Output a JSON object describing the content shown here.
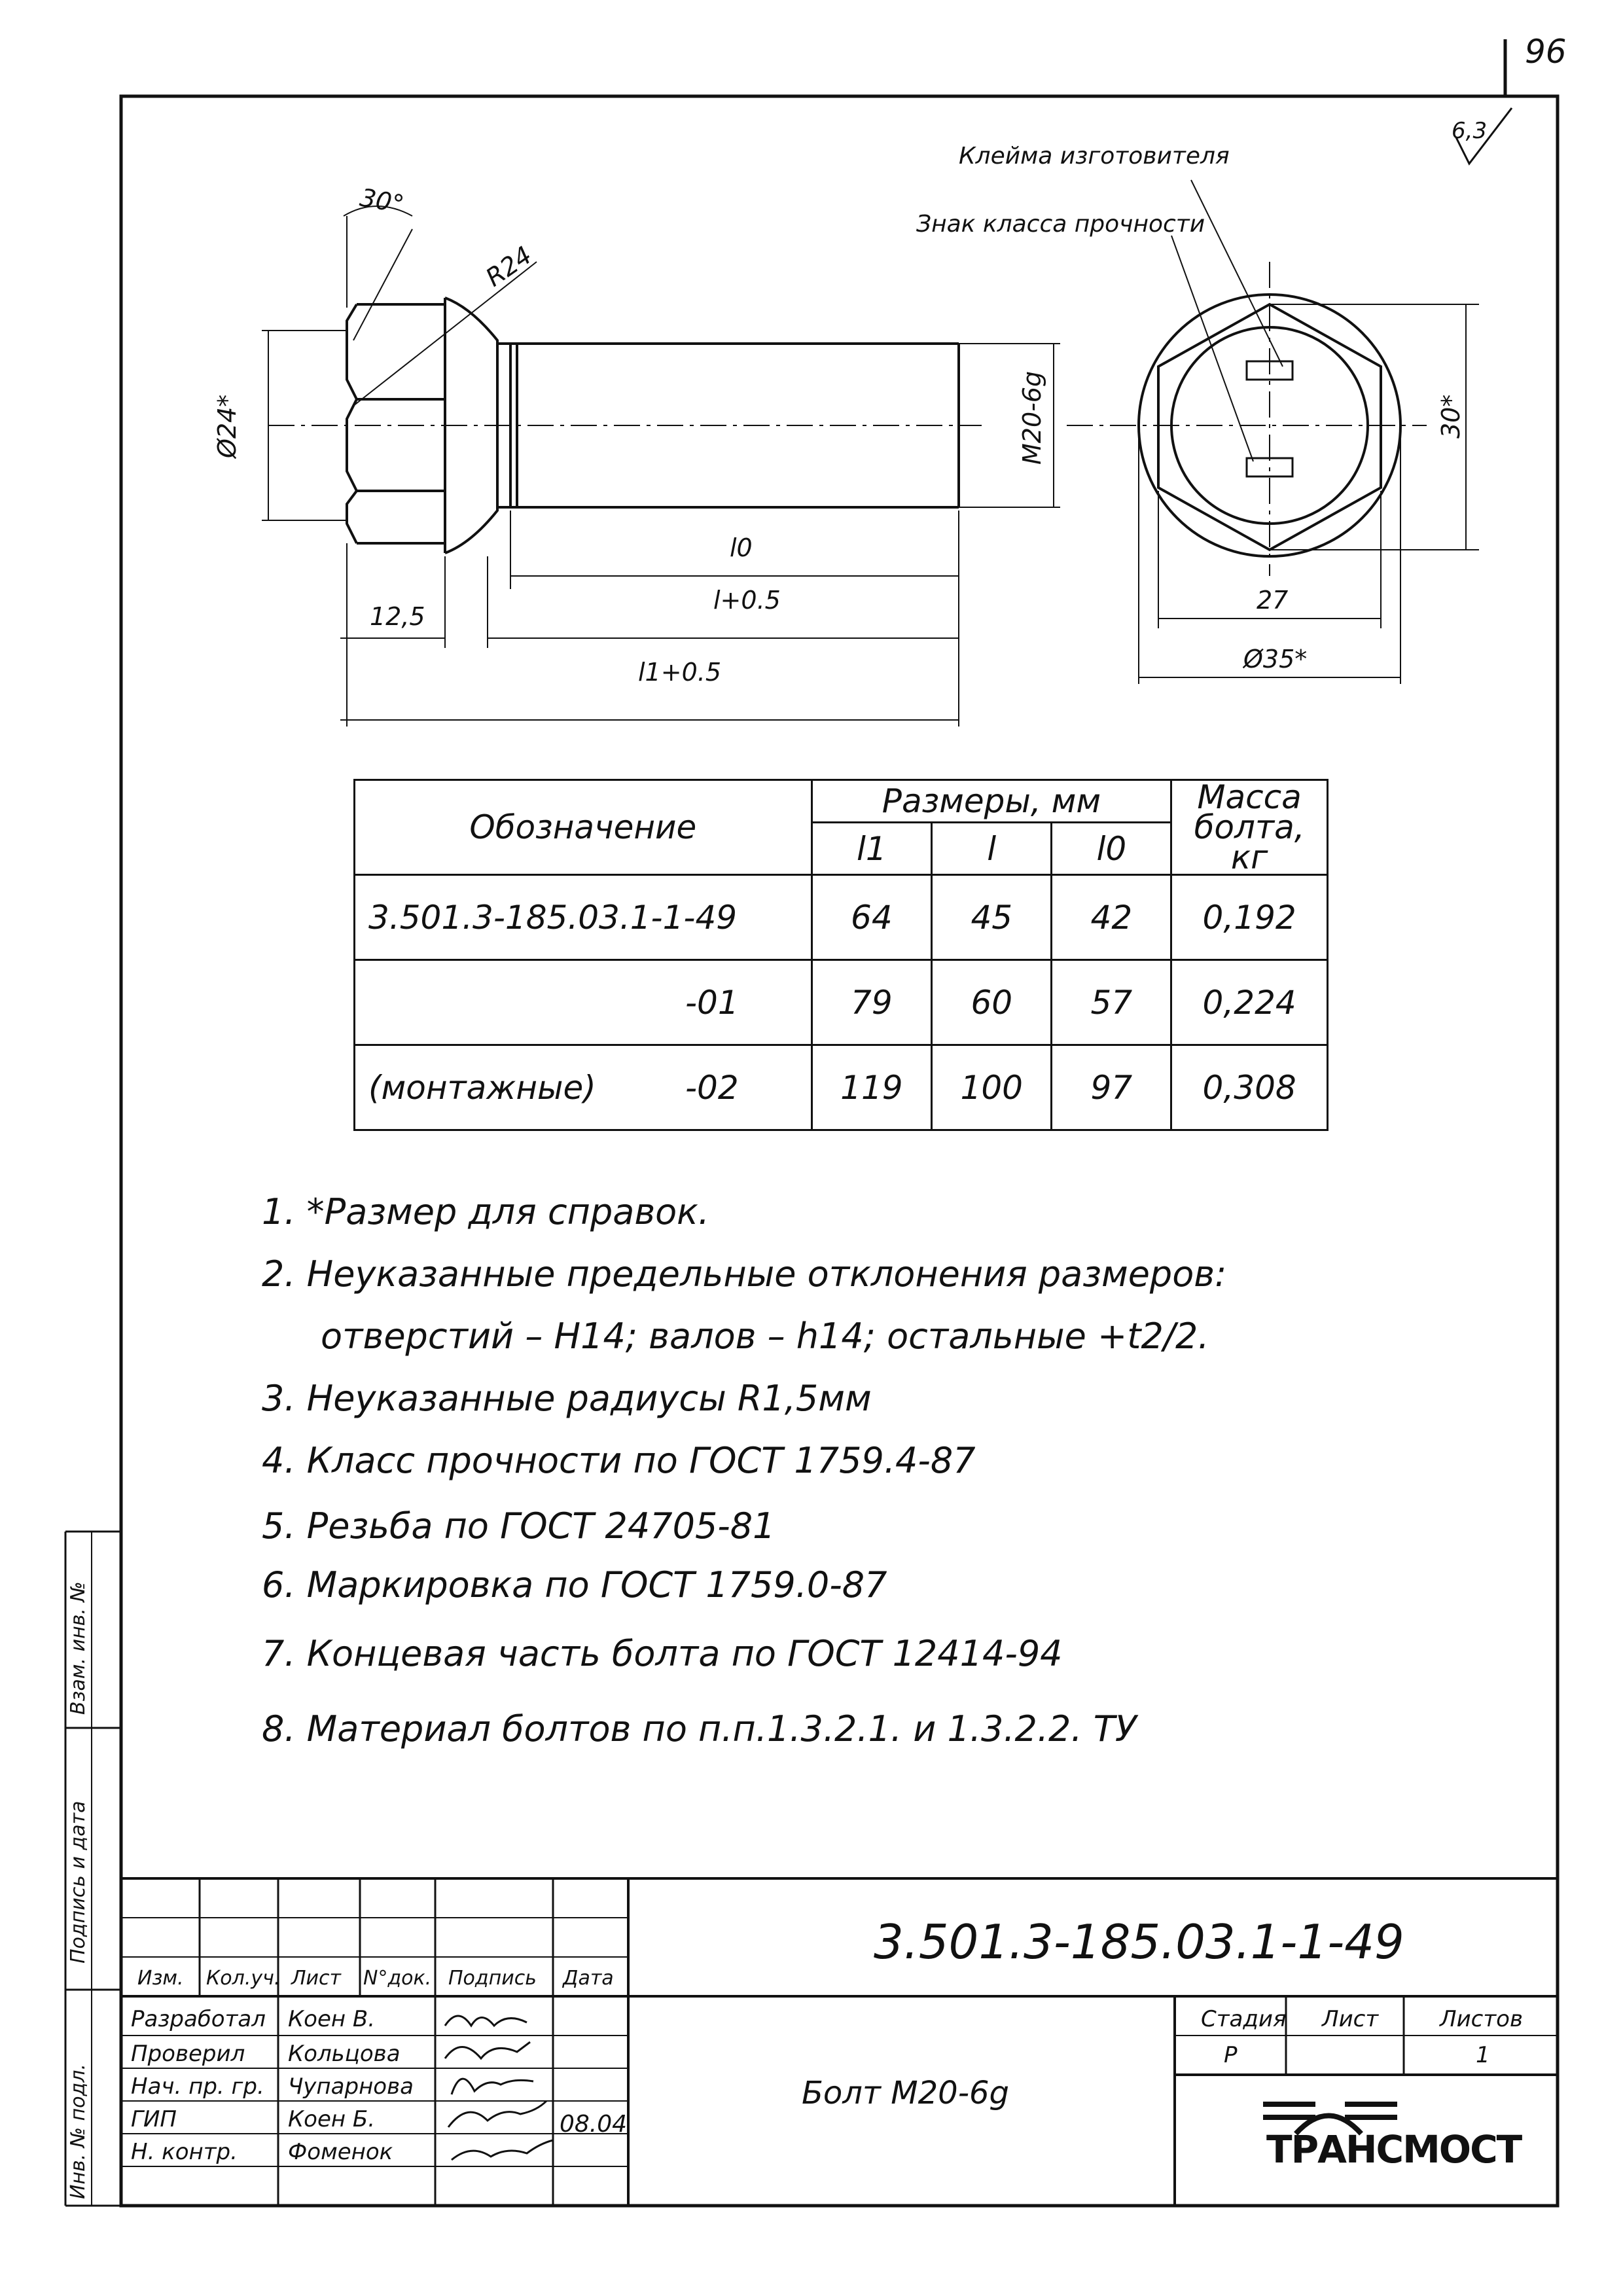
{
  "page_number": "96",
  "roughness": "6,3",
  "drawing_labels": {
    "angle": "30°",
    "radius": "R24",
    "head_diameter": "Ø24*",
    "thread": "M20-6g",
    "dim_12_5": "12,5",
    "l0": "l0",
    "l_tol": "l+0.5",
    "l1_tol": "l1+0.5",
    "height_30": "30*",
    "width_27": "27",
    "diameter_35": "Ø35*",
    "maker_mark": "Клейма изготовителя",
    "strength_mark": "Знак класса прочности"
  },
  "table": {
    "header_designation": "Обозначение",
    "header_sizes": "Размеры, мм",
    "header_mass": "Масса болта, кг",
    "col_l1": "l1",
    "col_l": "l",
    "col_l0": "l0",
    "rows": [
      {
        "prefix": "",
        "designation": "3.501.3-185.03.1-1-49",
        "l1": "64",
        "l": "45",
        "l0": "42",
        "mass": "0,192"
      },
      {
        "prefix": "",
        "designation": "-01",
        "l1": "79",
        "l": "60",
        "l0": "57",
        "mass": "0,224"
      },
      {
        "prefix": "(монтажные)",
        "designation": "-02",
        "l1": "119",
        "l": "100",
        "l0": "97",
        "mass": "0,308"
      }
    ]
  },
  "notes": [
    "1. *Размер для справок.",
    "2. Неуказанные предельные отклонения размеров:",
    "отверстий – Н14; валов – h14; остальные +t2/2.",
    "3. Неуказанные радиусы R1,5мм",
    "4. Класс прочности  по ГОСТ 1759.4-87",
    "5. Резьба по ГОСТ 24705-81",
    "6. Маркировка по ГОСТ 1759.0-87",
    "7. Концевая часть болта по  ГОСТ 12414-94",
    "8. Материал болтов по п.п.1.3.2.1. и 1.3.2.2. ТУ"
  ],
  "title_block": {
    "document_code": "3.501.3-185.03.1-1-49",
    "item_name": "Болт М20-6g",
    "col_headers": [
      "Изм.",
      "Кол.уч.",
      "Лист",
      "N°док.",
      "Подпись",
      "Дата"
    ],
    "roles": [
      {
        "role": "Разработал",
        "name": "Коен В."
      },
      {
        "role": "Проверил",
        "name": "Кольцова"
      },
      {
        "role": "Нач. пр. гр.",
        "name": "Чупарнова"
      },
      {
        "role": "ГИП",
        "name": "Коен Б."
      },
      {
        "role": "Н. контр.",
        "name": "Фоменок"
      }
    ],
    "date": "08.04",
    "stage_label": "Стадия",
    "sheet_label": "Лист",
    "sheets_label": "Листов",
    "stage_value": "Р",
    "sheets_value": "1",
    "company": "ТРАНСМОСТ"
  },
  "side_stamp": {
    "inv_orig": "Инв. № подл.",
    "sign_date": "Подпись и дата",
    "replace_inv": "Взам. инв. №"
  }
}
